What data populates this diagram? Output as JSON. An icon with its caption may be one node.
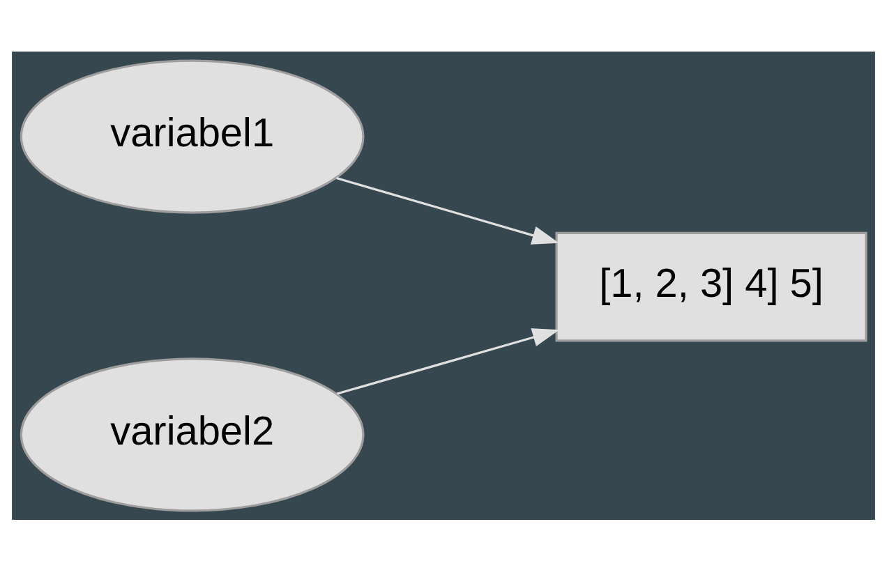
{
  "diagram": {
    "nodes": [
      {
        "text": [
          "variabel1"
        ]
      },
      {
        "text": [
          "variabel2"
        ]
      },
      {
        "text": [
          "[1, 2, 3] 4] 5]"
        ]
      }
    ],
    "edges": [
      {
        "from": 0,
        "to": 2,
        "arrow": "to"
      },
      {
        "from": 1,
        "to": 2,
        "arrow": "to"
      }
    ]
  }
}
